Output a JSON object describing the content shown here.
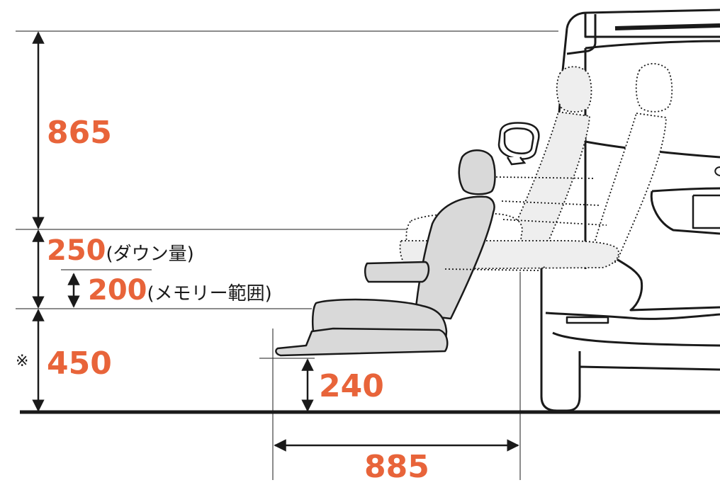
{
  "dimensions": {
    "height_upper": "865",
    "down_amount": "250",
    "down_note": "(ダウン量)",
    "memory_range": "200",
    "memory_note": "(メモリー範囲)",
    "seat_height_mark": "※",
    "seat_height": "450",
    "step_height": "240",
    "reach": "885"
  },
  "colors": {
    "accent": "#E8643A",
    "line": "#1a1a1a",
    "seat_fill": "#d9d9d9",
    "ghost_fill": "#eeeeee"
  }
}
